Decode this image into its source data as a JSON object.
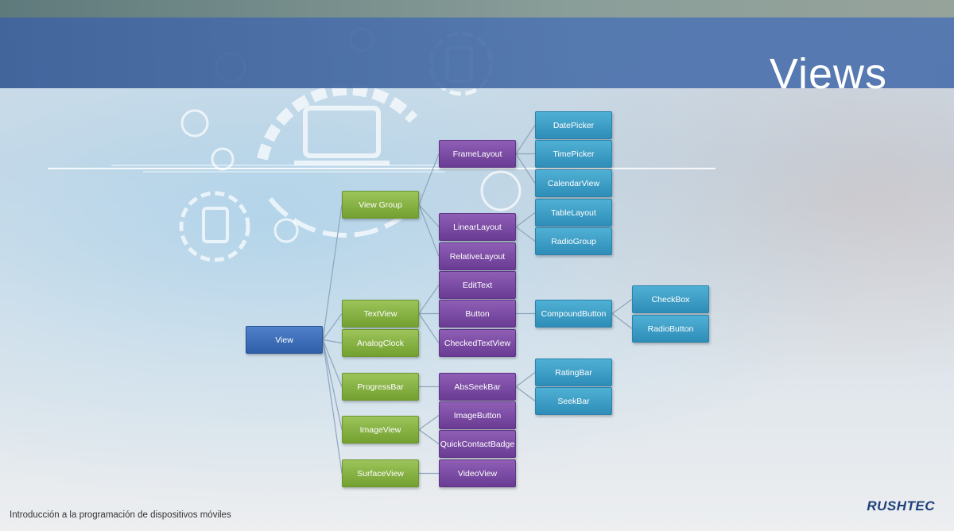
{
  "slide": {
    "title": "Views",
    "footer": "Introducción a la programación de dispositivos móviles",
    "logo": "RUSHTEC"
  },
  "colors": {
    "title_bar": "#3e69a8",
    "root": "#3565ad",
    "level1": "#85b044",
    "level2": "#7a4aa3",
    "level3": "#3a9cc6"
  },
  "diagram": {
    "nodes": [
      {
        "id": "view",
        "label": "View",
        "level": 0
      },
      {
        "id": "viewgroup",
        "label": "View Group",
        "level": 1
      },
      {
        "id": "textview",
        "label": "TextView",
        "level": 1
      },
      {
        "id": "analogclock",
        "label": "AnalogClock",
        "level": 1
      },
      {
        "id": "progressbar",
        "label": "ProgressBar",
        "level": 1
      },
      {
        "id": "imageview",
        "label": "ImageView",
        "level": 1
      },
      {
        "id": "surfaceview",
        "label": "SurfaceView",
        "level": 1
      },
      {
        "id": "framelayout",
        "label": "FrameLayout",
        "level": 2
      },
      {
        "id": "linearlayout",
        "label": "LinearLayout",
        "level": 2
      },
      {
        "id": "relativelayout",
        "label": "RelativeLayout",
        "level": 2
      },
      {
        "id": "edittext",
        "label": "EditText",
        "level": 2
      },
      {
        "id": "button",
        "label": "Button",
        "level": 2
      },
      {
        "id": "checkedtextview",
        "label": "CheckedTextView",
        "level": 2
      },
      {
        "id": "absseekbar",
        "label": "AbsSeekBar",
        "level": 2
      },
      {
        "id": "imagebutton",
        "label": "ImageButton",
        "level": 2
      },
      {
        "id": "quickcontactbadge",
        "label": "QuickContactBadge",
        "level": 2
      },
      {
        "id": "videoview",
        "label": "VideoView",
        "level": 2
      },
      {
        "id": "datepicker",
        "label": "DatePicker",
        "level": 3
      },
      {
        "id": "timepicker",
        "label": "TimePicker",
        "level": 3
      },
      {
        "id": "calendarview",
        "label": "CalendarView",
        "level": 3
      },
      {
        "id": "tablelayout",
        "label": "TableLayout",
        "level": 3
      },
      {
        "id": "radiogroup",
        "label": "RadioGroup",
        "level": 3
      },
      {
        "id": "compoundbutton",
        "label": "CompoundButton",
        "level": 3
      },
      {
        "id": "ratingbar",
        "label": "RatingBar",
        "level": 3
      },
      {
        "id": "seekbar",
        "label": "SeekBar",
        "level": 3
      },
      {
        "id": "checkbox",
        "label": "CheckBox",
        "level": 4
      },
      {
        "id": "radiobutton",
        "label": "RadioButton",
        "level": 4
      }
    ],
    "edges": [
      [
        "view",
        "viewgroup"
      ],
      [
        "view",
        "textview"
      ],
      [
        "view",
        "analogclock"
      ],
      [
        "view",
        "progressbar"
      ],
      [
        "view",
        "imageview"
      ],
      [
        "view",
        "surfaceview"
      ],
      [
        "viewgroup",
        "framelayout"
      ],
      [
        "viewgroup",
        "linearlayout"
      ],
      [
        "viewgroup",
        "relativelayout"
      ],
      [
        "framelayout",
        "datepicker"
      ],
      [
        "framelayout",
        "timepicker"
      ],
      [
        "framelayout",
        "calendarview"
      ],
      [
        "linearlayout",
        "tablelayout"
      ],
      [
        "linearlayout",
        "radiogroup"
      ],
      [
        "textview",
        "edittext"
      ],
      [
        "textview",
        "button"
      ],
      [
        "textview",
        "checkedtextview"
      ],
      [
        "button",
        "compoundbutton"
      ],
      [
        "compoundbutton",
        "checkbox"
      ],
      [
        "compoundbutton",
        "radiobutton"
      ],
      [
        "progressbar",
        "absseekbar"
      ],
      [
        "absseekbar",
        "ratingbar"
      ],
      [
        "absseekbar",
        "seekbar"
      ],
      [
        "imageview",
        "imagebutton"
      ],
      [
        "imageview",
        "quickcontactbadge"
      ],
      [
        "surfaceview",
        "videoview"
      ]
    ]
  }
}
